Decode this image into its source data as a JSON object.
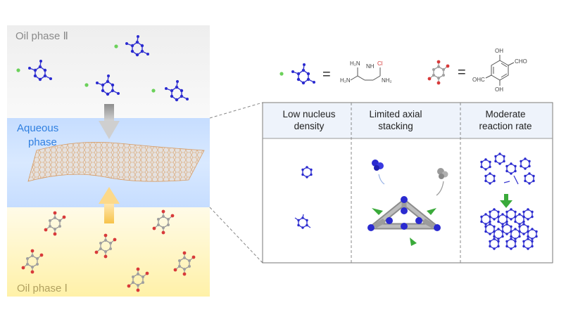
{
  "left_panel": {
    "oil_phase_top": "Oil phase Ⅱ",
    "aqueous_line1": "Aqueous",
    "aqueous_line2": "phase",
    "oil_phase_bottom": "Oil phase Ⅰ"
  },
  "legend": {
    "monomer_a_equals": "=",
    "monomer_b_equals": "=",
    "label_nh2_top": "H₂N",
    "label_nh_left": "H₂N",
    "label_nh2_right": "NH₂",
    "label_nh": "NH",
    "label_cl": "Cl",
    "label_oh_top": "OH",
    "label_oh_bottom": "OH",
    "label_cho_right": "CHO",
    "label_cho_left": "OHC"
  },
  "table": {
    "col1_line1": "Low nucleus",
    "col1_line2": "density",
    "col2_line1": "Limited axial",
    "col2_line2": "stacking",
    "col3_line1": "Moderate",
    "col3_line2": "reaction rate"
  },
  "colors": {
    "monomer_blue": "#2a2ad0",
    "chloride_green": "#6bd15a",
    "aldehyde_red": "#d83a3a",
    "aqueous_blue": "#cfe3ff",
    "oil_yellow": "#fff2b0",
    "oil_gray": "#e6e6e6",
    "arrow_green": "#3aaa3a"
  }
}
